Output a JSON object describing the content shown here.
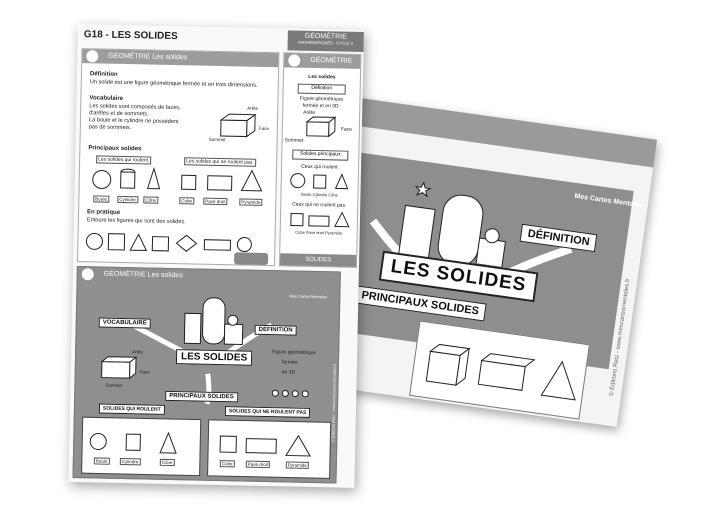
{
  "sheet": {
    "title": "G18 - LES SOLIDES",
    "subject": "GÉOMÉTRIE",
    "subject_sub": "MATHÉMATIQUES · CYCLE 3"
  },
  "def_panel": {
    "header": "GÉOMÉTRIE Les solides",
    "definition_title": "Définition",
    "definition_text": "Un solide est une figure géométrique fermée et en trois dimensions.",
    "vocab_title": "Vocabulaire",
    "vocab_text_1": "Les solides sont composés de faces,",
    "vocab_text_2": "d'arêtes et de sommets.",
    "vocab_text_3": "La boule et le cylindre ne possèdent",
    "vocab_text_4": "pas de sommets.",
    "label_arete": "Arête",
    "label_face": "Face",
    "label_sommet": "Sommet",
    "main_title": "Principaux solides",
    "roll_title": "Les solides qui roulent.",
    "noroll_title": "Les solides qui ne roulent pas.",
    "boule": "Boule",
    "cylindre": "Cylindre",
    "cone": "Cône",
    "cube": "Cube",
    "pave": "Pavé droit",
    "pyramide": "Pyramide",
    "practice_title": "En pratique",
    "practice_text": "Entoure les figures qui sont des solides."
  },
  "side_panel": {
    "header": "GÉOMÉTRIE",
    "title": "Les solides",
    "def_box": "Définition",
    "def_text_1": "Figure géométrique",
    "def_text_2": "fermée et en 3D.",
    "arete": "Arête",
    "face": "Face",
    "sommet": "Sommet",
    "main": "Solides principaux",
    "roll": "Ceux qui roulent.",
    "noroll": "Ceux qui ne roulent pas.",
    "boule": "Boule",
    "cylindre": "Cylindre",
    "cone": "Cône",
    "cube": "Cube",
    "pave": "Pavé droit",
    "pyramide": "Pyramide",
    "footer": "SOLIDES"
  },
  "mindmap_panel": {
    "header": "GÉOMÉTRIE Les solides",
    "brand": "Mes Cartes Mentales",
    "vocab": "VOCABULAIRE",
    "def": "DÉFINITION",
    "center": "LES SOLIDES",
    "main": "PRINCIPAUX SOLIDES",
    "roll": "SOLIDES QUI ROULENT",
    "noroll": "SOLIDES QUI NE ROULENT PAS",
    "arete": "Arête",
    "face": "Face",
    "sommet": "Sommet",
    "def_text_1": "Figure géométrique",
    "def_text_2": "fermée",
    "def_text_3": "en 3D",
    "boule": "Boule",
    "cylindre": "Cylindre",
    "cone": "Cône",
    "cube": "Cube",
    "pave": "Pavé droit",
    "pyramide": "Pyramide",
    "side_credit": "© Éditions Retz - www.mescartesmentales.fr"
  },
  "back_sheet": {
    "brand": "Mes Cartes Mentales",
    "def": "DÉFINITION",
    "center": "LES SOLIDES",
    "main": "PRINCIPAUX SOLIDES",
    "side_credit": "© Éditions Retz - www.mescartesmentales.fr"
  },
  "colors": {
    "band": "#9a9a9a",
    "dark": "#222222"
  }
}
